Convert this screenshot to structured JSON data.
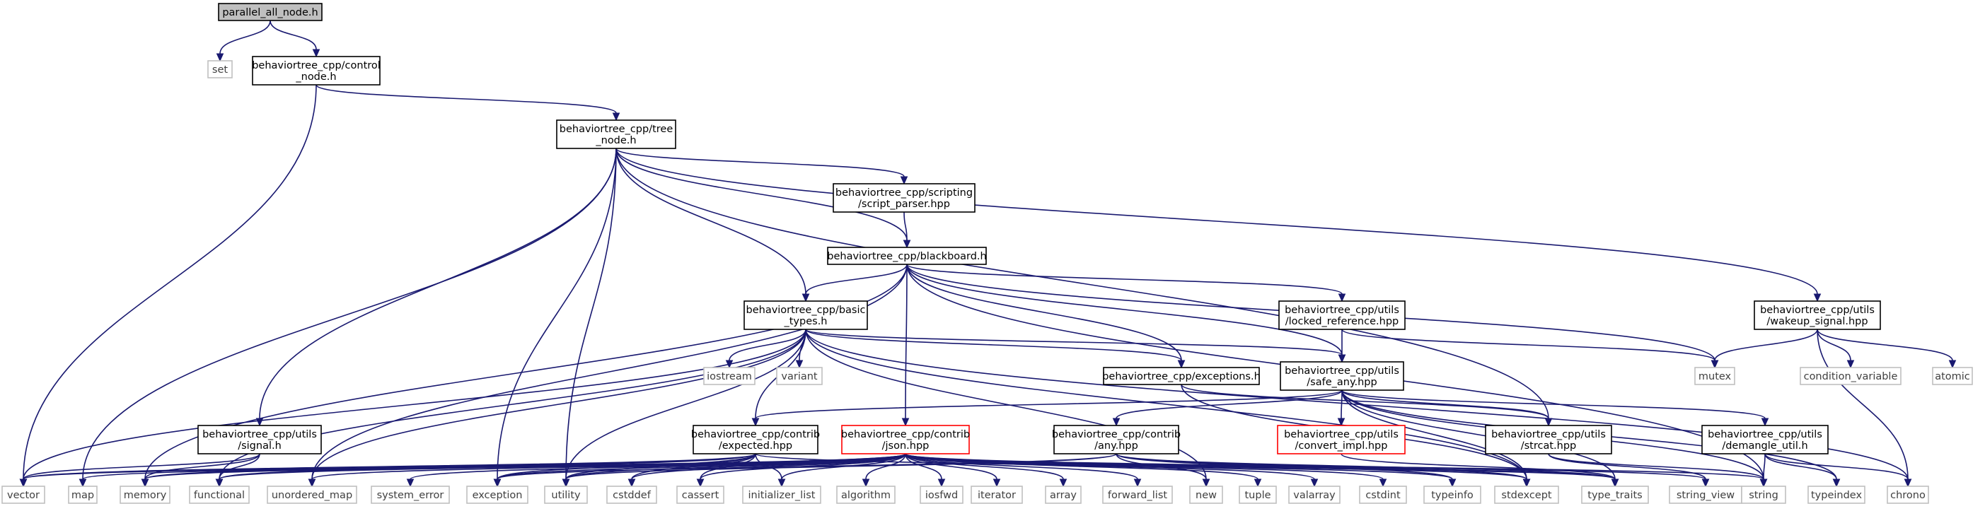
{
  "title": "parallel_all_node.h",
  "colors": {
    "edge": "#191970",
    "root_fill": "#bfbfbf",
    "documented_border": "#000000",
    "undocumented_border": "#ff0000",
    "system_border": "#bfbfbf",
    "system_text": "#404040"
  },
  "nodes": [
    {
      "id": "root",
      "kind": "root",
      "lines": [
        "parallel_all_node.h"
      ]
    },
    {
      "id": "set",
      "kind": "sys",
      "lines": [
        "set"
      ]
    },
    {
      "id": "control",
      "kind": "doc",
      "lines": [
        "behaviortree_cpp/control",
        "_node.h"
      ]
    },
    {
      "id": "tree",
      "kind": "doc",
      "lines": [
        "behaviortree_cpp/tree",
        "_node.h"
      ]
    },
    {
      "id": "script",
      "kind": "doc",
      "lines": [
        "behaviortree_cpp/scripting",
        "/script_parser.hpp"
      ]
    },
    {
      "id": "blackboard",
      "kind": "doc",
      "lines": [
        "behaviortree_cpp/blackboard.h"
      ]
    },
    {
      "id": "basic",
      "kind": "doc",
      "lines": [
        "behaviortree_cpp/basic",
        "_types.h"
      ]
    },
    {
      "id": "locked",
      "kind": "doc",
      "lines": [
        "behaviortree_cpp/utils",
        "/locked_reference.hpp"
      ]
    },
    {
      "id": "wakeup",
      "kind": "doc",
      "lines": [
        "behaviortree_cpp/utils",
        "/wakeup_signal.hpp"
      ]
    },
    {
      "id": "iostream",
      "kind": "sys",
      "lines": [
        "iostream"
      ]
    },
    {
      "id": "variant",
      "kind": "sys",
      "lines": [
        "variant"
      ]
    },
    {
      "id": "exceptions",
      "kind": "doc",
      "lines": [
        "behaviortree_cpp/exceptions.h"
      ]
    },
    {
      "id": "safeany",
      "kind": "doc",
      "lines": [
        "behaviortree_cpp/utils",
        "/safe_any.hpp"
      ]
    },
    {
      "id": "mutex",
      "kind": "sys",
      "lines": [
        "mutex"
      ]
    },
    {
      "id": "condvar",
      "kind": "sys",
      "lines": [
        "condition_variable"
      ]
    },
    {
      "id": "atomic",
      "kind": "sys",
      "lines": [
        "atomic"
      ]
    },
    {
      "id": "signal",
      "kind": "doc",
      "lines": [
        "behaviortree_cpp/utils",
        "/signal.h"
      ]
    },
    {
      "id": "expected",
      "kind": "doc",
      "lines": [
        "behaviortree_cpp/contrib",
        "/expected.hpp"
      ]
    },
    {
      "id": "json",
      "kind": "undoc",
      "lines": [
        "behaviortree_cpp/contrib",
        "/json.hpp"
      ]
    },
    {
      "id": "anyh",
      "kind": "doc",
      "lines": [
        "behaviortree_cpp/contrib",
        "/any.hpp"
      ]
    },
    {
      "id": "convert",
      "kind": "undoc",
      "lines": [
        "behaviortree_cpp/utils",
        "/convert_impl.hpp"
      ]
    },
    {
      "id": "strcat",
      "kind": "doc",
      "lines": [
        "behaviortree_cpp/utils",
        "/strcat.hpp"
      ]
    },
    {
      "id": "demangle",
      "kind": "doc",
      "lines": [
        "behaviortree_cpp/utils",
        "/demangle_util.h"
      ]
    },
    {
      "id": "vector",
      "kind": "sys",
      "lines": [
        "vector"
      ]
    },
    {
      "id": "map",
      "kind": "sys",
      "lines": [
        "map"
      ]
    },
    {
      "id": "memory",
      "kind": "sys",
      "lines": [
        "memory"
      ]
    },
    {
      "id": "functional",
      "kind": "sys",
      "lines": [
        "functional"
      ]
    },
    {
      "id": "unordered_map",
      "kind": "sys",
      "lines": [
        "unordered_map"
      ]
    },
    {
      "id": "system_error",
      "kind": "sys",
      "lines": [
        "system_error"
      ]
    },
    {
      "id": "exception",
      "kind": "sys",
      "lines": [
        "exception"
      ]
    },
    {
      "id": "utility",
      "kind": "sys",
      "lines": [
        "utility"
      ]
    },
    {
      "id": "cstddef",
      "kind": "sys",
      "lines": [
        "cstddef"
      ]
    },
    {
      "id": "cassert",
      "kind": "sys",
      "lines": [
        "cassert"
      ]
    },
    {
      "id": "initializer_list",
      "kind": "sys",
      "lines": [
        "initializer_list"
      ]
    },
    {
      "id": "algorithm",
      "kind": "sys",
      "lines": [
        "algorithm"
      ]
    },
    {
      "id": "iosfwd",
      "kind": "sys",
      "lines": [
        "iosfwd"
      ]
    },
    {
      "id": "iterator",
      "kind": "sys",
      "lines": [
        "iterator"
      ]
    },
    {
      "id": "array",
      "kind": "sys",
      "lines": [
        "array"
      ]
    },
    {
      "id": "forward_list",
      "kind": "sys",
      "lines": [
        "forward_list"
      ]
    },
    {
      "id": "new",
      "kind": "sys",
      "lines": [
        "new"
      ]
    },
    {
      "id": "tuple",
      "kind": "sys",
      "lines": [
        "tuple"
      ]
    },
    {
      "id": "valarray",
      "kind": "sys",
      "lines": [
        "valarray"
      ]
    },
    {
      "id": "cstdint",
      "kind": "sys",
      "lines": [
        "cstdint"
      ]
    },
    {
      "id": "typeinfo",
      "kind": "sys",
      "lines": [
        "typeinfo"
      ]
    },
    {
      "id": "stdexcept",
      "kind": "sys",
      "lines": [
        "stdexcept"
      ]
    },
    {
      "id": "type_traits",
      "kind": "sys",
      "lines": [
        "type_traits"
      ]
    },
    {
      "id": "string_view",
      "kind": "sys",
      "lines": [
        "string_view"
      ]
    },
    {
      "id": "string",
      "kind": "sys",
      "lines": [
        "string"
      ]
    },
    {
      "id": "typeindex",
      "kind": "sys",
      "lines": [
        "typeindex"
      ]
    },
    {
      "id": "chrono",
      "kind": "sys",
      "lines": [
        "chrono"
      ]
    }
  ],
  "edges": [
    [
      "root",
      "set"
    ],
    [
      "root",
      "control"
    ],
    [
      "control",
      "vector"
    ],
    [
      "control",
      "tree"
    ],
    [
      "tree",
      "map"
    ],
    [
      "tree",
      "signal"
    ],
    [
      "tree",
      "exception"
    ],
    [
      "tree",
      "utility"
    ],
    [
      "tree",
      "basic"
    ],
    [
      "tree",
      "blackboard"
    ],
    [
      "tree",
      "script"
    ],
    [
      "tree",
      "strcat"
    ],
    [
      "tree",
      "wakeup"
    ],
    [
      "script",
      "blackboard"
    ],
    [
      "blackboard",
      "memory"
    ],
    [
      "blackboard",
      "unordered_map"
    ],
    [
      "blackboard",
      "basic"
    ],
    [
      "blackboard",
      "json"
    ],
    [
      "blackboard",
      "exceptions"
    ],
    [
      "blackboard",
      "safeany"
    ],
    [
      "blackboard",
      "locked"
    ],
    [
      "blackboard",
      "string"
    ],
    [
      "blackboard",
      "mutex"
    ],
    [
      "basic",
      "vector"
    ],
    [
      "basic",
      "functional"
    ],
    [
      "basic",
      "unordered_map"
    ],
    [
      "basic",
      "utility"
    ],
    [
      "basic",
      "iostream"
    ],
    [
      "basic",
      "variant"
    ],
    [
      "basic",
      "expected"
    ],
    [
      "basic",
      "new"
    ],
    [
      "basic",
      "exceptions"
    ],
    [
      "basic",
      "safeany"
    ],
    [
      "basic",
      "stdexcept"
    ],
    [
      "basic",
      "chrono"
    ],
    [
      "locked",
      "safeany"
    ],
    [
      "locked",
      "mutex"
    ],
    [
      "wakeup",
      "mutex"
    ],
    [
      "wakeup",
      "condvar"
    ],
    [
      "wakeup",
      "atomic"
    ],
    [
      "wakeup",
      "chrono"
    ],
    [
      "exceptions",
      "strcat"
    ],
    [
      "exceptions",
      "stdexcept"
    ],
    [
      "safeany",
      "expected"
    ],
    [
      "safeany",
      "anyh"
    ],
    [
      "safeany",
      "convert"
    ],
    [
      "safeany",
      "strcat"
    ],
    [
      "safeany",
      "demangle"
    ],
    [
      "safeany",
      "string"
    ],
    [
      "safeany",
      "typeindex"
    ],
    [
      "safeany",
      "type_traits"
    ],
    [
      "safeany",
      "stdexcept"
    ],
    [
      "signal",
      "vector"
    ],
    [
      "signal",
      "memory"
    ],
    [
      "signal",
      "functional"
    ],
    [
      "expected",
      "vector"
    ],
    [
      "expected",
      "functional"
    ],
    [
      "expected",
      "exception"
    ],
    [
      "expected",
      "utility"
    ],
    [
      "expected",
      "cstddef"
    ],
    [
      "expected",
      "cassert"
    ],
    [
      "expected",
      "initializer_list"
    ],
    [
      "expected",
      "type_traits"
    ],
    [
      "expected",
      "memory"
    ],
    [
      "json",
      "map"
    ],
    [
      "json",
      "memory"
    ],
    [
      "json",
      "functional"
    ],
    [
      "json",
      "unordered_map"
    ],
    [
      "json",
      "system_error"
    ],
    [
      "json",
      "exception"
    ],
    [
      "json",
      "utility"
    ],
    [
      "json",
      "cstddef"
    ],
    [
      "json",
      "cassert"
    ],
    [
      "json",
      "initializer_list"
    ],
    [
      "json",
      "algorithm"
    ],
    [
      "json",
      "iosfwd"
    ],
    [
      "json",
      "iterator"
    ],
    [
      "json",
      "array"
    ],
    [
      "json",
      "forward_list"
    ],
    [
      "json",
      "tuple"
    ],
    [
      "json",
      "valarray"
    ],
    [
      "json",
      "cstdint"
    ],
    [
      "json",
      "typeinfo"
    ],
    [
      "json",
      "stdexcept"
    ],
    [
      "json",
      "type_traits"
    ],
    [
      "json",
      "string_view"
    ],
    [
      "json",
      "string"
    ],
    [
      "json",
      "vector"
    ],
    [
      "anyh",
      "new"
    ],
    [
      "anyh",
      "utility"
    ],
    [
      "anyh",
      "typeinfo"
    ],
    [
      "anyh",
      "type_traits"
    ],
    [
      "anyh",
      "stdexcept"
    ],
    [
      "anyh",
      "exception"
    ],
    [
      "convert",
      "type_traits"
    ],
    [
      "strcat",
      "string"
    ],
    [
      "strcat",
      "string_view"
    ],
    [
      "demangle",
      "string"
    ],
    [
      "demangle",
      "typeindex"
    ],
    [
      "demangle",
      "chrono"
    ]
  ]
}
